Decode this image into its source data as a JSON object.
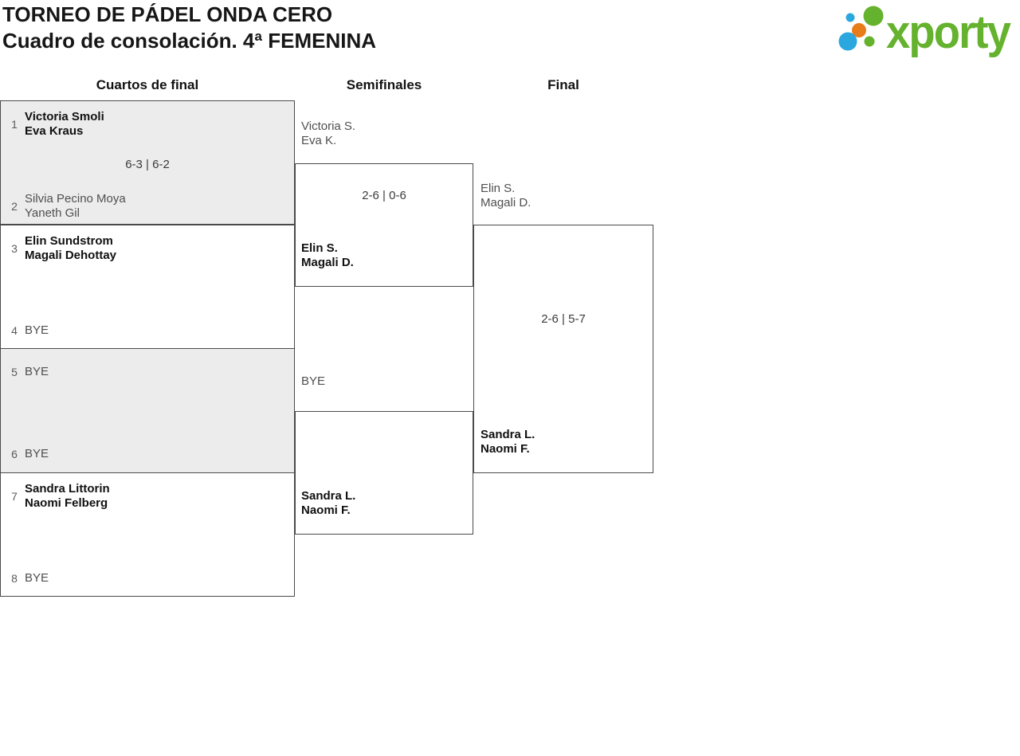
{
  "header": {
    "title_line1": "TORNEO DE PÁDEL ONDA CERO",
    "title_line2": "Cuadro de consolación. 4ª FEMENINA",
    "logo": {
      "wordmark": "xporty",
      "colors": {
        "blue": "#2aa7df",
        "orange": "#e87c1b",
        "green": "#64b22d"
      }
    }
  },
  "rounds": [
    {
      "label": "Cuartos de final"
    },
    {
      "label": "Semifinales"
    },
    {
      "label": "Final"
    }
  ],
  "bracket": {
    "quarterfinals": [
      {
        "score": "6-3 | 6-2",
        "top": {
          "seed": "1",
          "lines": [
            "Victoria Smoli",
            "Eva Kraus"
          ],
          "winner": true
        },
        "bottom": {
          "seed": "2",
          "lines": [
            "Silvia Pecino Moya",
            "Yaneth Gil"
          ],
          "winner": false
        }
      },
      {
        "score": "",
        "top": {
          "seed": "3",
          "lines": [
            "Elin Sundstrom",
            "Magali Dehottay"
          ],
          "winner": true
        },
        "bottom": {
          "seed": "4",
          "lines": [
            "BYE"
          ],
          "winner": false
        }
      },
      {
        "score": "",
        "top": {
          "seed": "5",
          "lines": [
            "BYE"
          ],
          "winner": false
        },
        "bottom": {
          "seed": "6",
          "lines": [
            "BYE"
          ],
          "winner": false
        }
      },
      {
        "score": "",
        "top": {
          "seed": "7",
          "lines": [
            "Sandra Littorin",
            "Naomi Felberg"
          ],
          "winner": true
        },
        "bottom": {
          "seed": "8",
          "lines": [
            "BYE"
          ],
          "winner": false
        }
      }
    ],
    "semifinals": [
      {
        "score": "2-6 | 0-6",
        "top": {
          "lines": [
            "Victoria S.",
            "Eva K."
          ],
          "winner": false
        },
        "bottom": {
          "lines": [
            "Elin S.",
            "Magali D."
          ],
          "winner": true
        }
      },
      {
        "score": "",
        "top": {
          "lines": [
            "BYE"
          ],
          "winner": false
        },
        "bottom": {
          "lines": [
            "Sandra L.",
            "Naomi F."
          ],
          "winner": true
        }
      }
    ],
    "final": {
      "score": "2-6 | 5-7",
      "top": {
        "lines": [
          "Elin S.",
          "Magali D."
        ],
        "winner": false
      },
      "bottom": {
        "lines": [
          "Sandra L.",
          "Naomi F."
        ],
        "winner": true
      }
    }
  },
  "colors": {
    "box_shade": "#ececec",
    "box_border": "#4a4a4a",
    "winner_text": "#111111",
    "loser_text": "#4f4f4f"
  }
}
